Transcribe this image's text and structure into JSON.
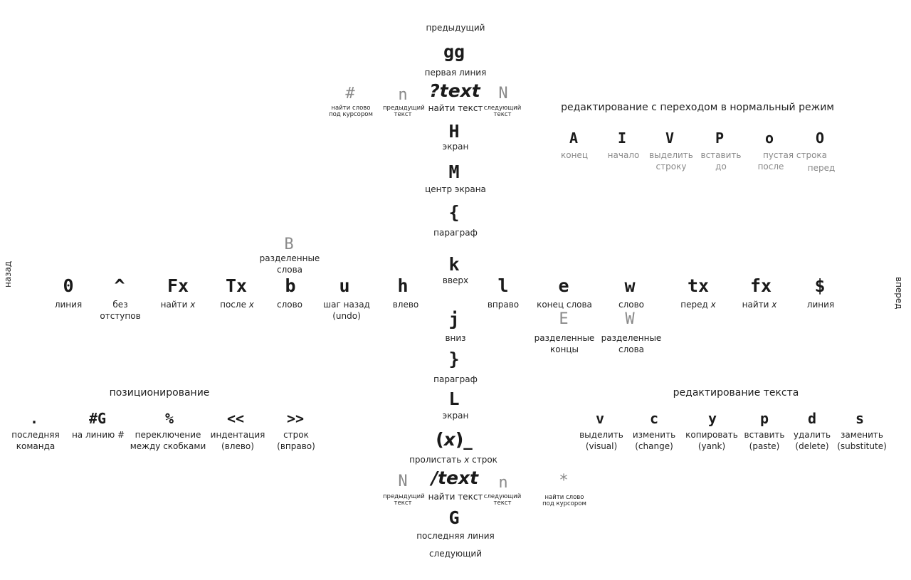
{
  "vertical_top": {
    "prev_caption": "предыдущий",
    "gg": {
      "key": "gg",
      "label": "первая линия"
    },
    "hash": {
      "key": "#",
      "label": "найти слово под курсором"
    },
    "n_prev": {
      "key": "n",
      "label": "предыдущий текст"
    },
    "search_back": {
      "prefix": "?",
      "word": "text",
      "label": "найти текст"
    },
    "N_next": {
      "key": "N",
      "label": "следующий текст"
    },
    "H": {
      "key": "H",
      "label": "экран"
    },
    "M": {
      "key": "M",
      "label": "центр экрана"
    },
    "brace_open": {
      "key": "{",
      "label": "параграф"
    },
    "k": {
      "key": "k",
      "label": "вверх"
    }
  },
  "horizontal": {
    "left_end": "назад",
    "right_end": "вперед",
    "items": [
      {
        "key": "0",
        "label": "линия"
      },
      {
        "key": "^",
        "label": "без отступов"
      },
      {
        "key": "Fx",
        "label": "найти",
        "label_var": "x"
      },
      {
        "key": "Tx",
        "label": "после",
        "label_var": "x"
      },
      {
        "key": "b",
        "label": "слово",
        "above_key": "B",
        "above_label": "разделенные слова"
      },
      {
        "key": "u",
        "label": "шаг назад (undo)"
      },
      {
        "key": "h",
        "label": "влево"
      },
      {
        "key": "l",
        "label": "вправо"
      },
      {
        "key": "e",
        "label": "конец слова",
        "below_key": "E",
        "below_label": "разделенные концы"
      },
      {
        "key": "w",
        "label": "слово",
        "below_key": "W",
        "below_label": "разделенные слова"
      },
      {
        "key": "tx",
        "label": "перед",
        "label_var": "x"
      },
      {
        "key": "fx",
        "label": "найти",
        "label_var": "x"
      },
      {
        "key": "$",
        "label": "линия"
      }
    ]
  },
  "vertical_bottom": {
    "j": {
      "key": "j",
      "label": "вниз"
    },
    "brace_close": {
      "key": "}",
      "label": "параграф"
    },
    "L": {
      "key": "L",
      "label": "экран"
    },
    "scroll": {
      "open": "(",
      "var": "x",
      "close": ")_",
      "label": "пролистать",
      "label_var": "x",
      "label_end": "строк"
    },
    "N_prev": {
      "key": "N",
      "label": "предыдущий текст"
    },
    "search_fwd": {
      "prefix": "/",
      "word": "text",
      "label": "найти текст"
    },
    "n_next": {
      "key": "n",
      "label": "следующий текст"
    },
    "star": {
      "key": "*",
      "label": "найти слово под курсором"
    },
    "G": {
      "key": "G",
      "label": "последняя линия"
    },
    "next_caption": "следующий"
  },
  "insert_section": {
    "title": "редактирование с переходом в нормальный режим",
    "items": [
      {
        "key": "A",
        "label": "конец"
      },
      {
        "key": "I",
        "label": "начало"
      },
      {
        "key": "V",
        "label": "выделить строку"
      },
      {
        "key": "P",
        "label": "вставить до"
      },
      {
        "key": "o",
        "label": "после"
      },
      {
        "key": "O",
        "label": "перед"
      }
    ],
    "empty_line_label": "пустая строка"
  },
  "position_section": {
    "title": "позиционирование",
    "items": [
      {
        "key": ".",
        "label": "последняя команда"
      },
      {
        "key": "#G",
        "label": "на линию #"
      },
      {
        "key": "%",
        "label": "переключение между скобками"
      },
      {
        "key": "<<",
        "label": "индентация (влево)"
      },
      {
        "key": ">>",
        "label": "строк (вправо)"
      }
    ]
  },
  "edit_section": {
    "title": "редактирование текста",
    "items": [
      {
        "key": "v",
        "label": "выделить (visual)"
      },
      {
        "key": "c",
        "label": "изменить (change)"
      },
      {
        "key": "y",
        "label": "копировать (yank)"
      },
      {
        "key": "p",
        "label": "вставить (paste)"
      },
      {
        "key": "d",
        "label": "удалить (delete)"
      },
      {
        "key": "s",
        "label": "заменить (substitute)"
      }
    ]
  }
}
